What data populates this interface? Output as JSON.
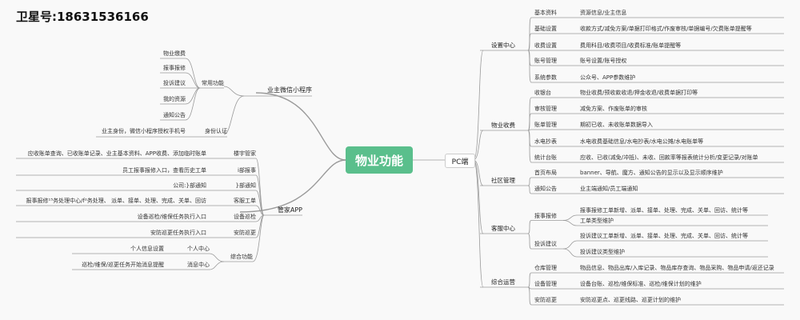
{
  "caption": "卫星号:18631536166",
  "center": "物业功能",
  "left": {
    "wechat": {
      "label": "业主微信小程序",
      "common": {
        "label": "常用功能",
        "items": [
          "物业缴费",
          "报事报修",
          "投诉建议",
          "我的资源",
          "通知公告"
        ]
      },
      "auth": {
        "label": "身份认证",
        "desc": "业主身份，微信小程序授权手机号"
      }
    },
    "app": {
      "label": "管家APP",
      "groups": [
        {
          "label": "楼宇管家",
          "desc": "应收账单查询、已收账单记录、业主基本资料、APP收费、添加临时账单"
        },
        {
          "label": "i部报事",
          "desc": "员工报事报修入口，查看历史工单"
        },
        {
          "label": "}部通知",
          "desc": "公司:}部通知"
        },
        {
          "label": "客服工单",
          "desc": "报事报修¹⁵务处理中心/f²务处理、 派单、接单、处理、完成、关单、回访"
        },
        {
          "label": "设备巡检",
          "desc": "设备巡检/维保任务执行入口"
        },
        {
          "label": "安防巡更",
          "desc": "安防巡更任务执行入口"
        }
      ],
      "general": {
        "label": "综合功能",
        "items": [
          {
            "label": "个人中心",
            "desc": "个人信息设置"
          },
          {
            "label": "消息中心",
            "desc": "巡检/维保/巡更任务开始消息提醒"
          }
        ]
      }
    }
  },
  "right": {
    "label": "PC端",
    "sections": [
      {
        "label": "设置中心",
        "items": [
          {
            "label": "基本资料",
            "desc": "资源信息/业主信息"
          },
          {
            "label": "基础设置",
            "desc": "收款方式/减免方案/单据打印格式/作废审核/单据编号/欠费账单提醒等"
          },
          {
            "label": "收费设置",
            "desc": "费用科目/收费项目/收费标准/账单提醒等"
          },
          {
            "label": "账号管理",
            "desc": "账号设置/账号授权"
          },
          {
            "label": "系统参数",
            "desc": "公众号、APP参数维护"
          }
        ]
      },
      {
        "label": "物业收费",
        "items": [
          {
            "label": "收银台",
            "desc": "物业收费/预收款收退/押金收退/收费单据打印等"
          },
          {
            "label": "审核管理",
            "desc": "减免方案、作废账单的审核"
          },
          {
            "label": "账单管理",
            "desc": "期初已收、未收账单数据导入"
          },
          {
            "label": "水电抄表",
            "desc": "水电收费基础信息/水电抄表/水电公摊/水电账单等"
          },
          {
            "label": "统计台账",
            "desc": "应收、已收(减免/冲抵)、未收、回款率等报表统计分析/变更记录/对账单"
          }
        ]
      },
      {
        "label": "社区管理",
        "items": [
          {
            "label": "首页布局",
            "desc": "banner、导航、魔方、通知公告的显示以及显示顺序维护"
          },
          {
            "label": "通知公告",
            "desc": "业主端通知/员工端通知"
          }
        ]
      },
      {
        "label": "客服中心",
        "items": [
          {
            "label": "报事报修",
            "subs": [
              "报事报修工单新增、派单、接单、处理、完成、关单、回访、统计等",
              "工单类型维护"
            ]
          },
          {
            "label": "投诉建议",
            "subs": [
              "投诉建议工单新增、派单、接单、处理、完成、关单、回访、统计等",
              "投诉建议类型维护"
            ]
          }
        ]
      },
      {
        "label": "综合运营",
        "items": [
          {
            "label": "仓库管理",
            "desc": "物品信息、物品出库/入库记录、物品库存查询、物品采购、物品申请/返还记录"
          },
          {
            "label": "设备管理",
            "desc": "设备台账、巡检/维保标准、巡检/维保计划的维护"
          },
          {
            "label": "安防巡更",
            "desc": "安防巡更点、巡更线路、巡更计划的维护"
          }
        ]
      }
    ]
  }
}
